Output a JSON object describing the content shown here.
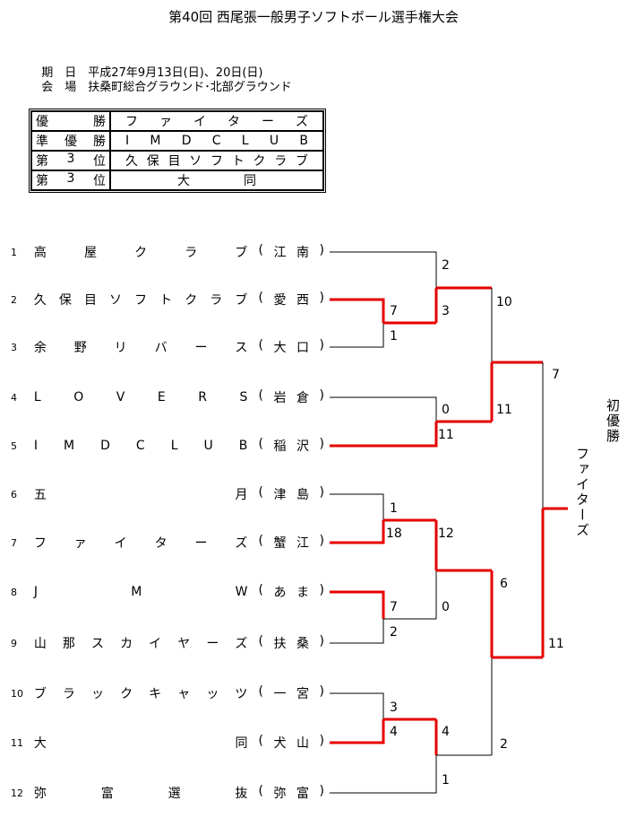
{
  "title": "第40回 西尾張一般男子ソフトボール選手権大会",
  "info": {
    "date_label": "期　日",
    "date_value": "平成27年9月13日(日)、20日(日)",
    "venue_label": "会　場",
    "venue_value": "扶桑町総合グラウンド･北部グラウンド"
  },
  "results": [
    {
      "rank": [
        "優",
        "勝"
      ],
      "name": [
        "フ",
        "ァ",
        "イ",
        "タ",
        "ー",
        "ズ"
      ]
    },
    {
      "rank": [
        "準",
        "優",
        "勝"
      ],
      "name": [
        "I",
        "M",
        "D",
        "C",
        "L",
        "U",
        "B"
      ]
    },
    {
      "rank": [
        "第",
        "3",
        "位"
      ],
      "name": [
        "久",
        "保",
        "目",
        "ソ",
        "フ",
        "ト",
        "ク",
        "ラ",
        "ブ"
      ]
    },
    {
      "rank": [
        "第",
        "3",
        "位"
      ],
      "name": [
        "大",
        "同"
      ]
    }
  ],
  "teams": [
    {
      "seed": "1",
      "name": [
        "高",
        "屋",
        "ク",
        "ラ",
        "ブ"
      ],
      "pref": [
        "(",
        "江",
        "南",
        ")"
      ]
    },
    {
      "seed": "2",
      "name": [
        "久",
        "保",
        "目",
        "ソ",
        "フ",
        "ト",
        "ク",
        "ラ",
        "ブ"
      ],
      "pref": [
        "(",
        "愛",
        "西",
        ")"
      ]
    },
    {
      "seed": "3",
      "name": [
        "余",
        "野",
        "リ",
        "バ",
        "ー",
        "ス"
      ],
      "pref": [
        "(",
        "大",
        "口",
        ")"
      ]
    },
    {
      "seed": "4",
      "name": [
        "L",
        "O",
        "V",
        "E",
        "R",
        "S"
      ],
      "pref": [
        "(",
        "岩",
        "倉",
        ")"
      ]
    },
    {
      "seed": "5",
      "name": [
        "I",
        "M",
        "D",
        "C",
        "L",
        "U",
        "B"
      ],
      "pref": [
        "(",
        "稲",
        "沢",
        ")"
      ]
    },
    {
      "seed": "6",
      "name": [
        "五",
        "月"
      ],
      "pref": [
        "(",
        "津",
        "島",
        ")"
      ]
    },
    {
      "seed": "7",
      "name": [
        "フ",
        "ァ",
        "イ",
        "タ",
        "ー",
        "ズ"
      ],
      "pref": [
        "(",
        "蟹",
        "江",
        ")"
      ]
    },
    {
      "seed": "8",
      "name": [
        "J",
        "M",
        "W"
      ],
      "pref": [
        "(",
        "あ",
        "ま",
        ")"
      ]
    },
    {
      "seed": "9",
      "name": [
        "山",
        "那",
        "ス",
        "カ",
        "イ",
        "ヤ",
        "ー",
        "ズ"
      ],
      "pref": [
        "(",
        "扶",
        "桑",
        ")"
      ]
    },
    {
      "seed": "10",
      "name": [
        "ブ",
        "ラ",
        "ッ",
        "ク",
        "キ",
        "ャ",
        "ッ",
        "ツ"
      ],
      "pref": [
        "(",
        "一",
        "宮",
        ")"
      ]
    },
    {
      "seed": "11",
      "name": [
        "大",
        "同"
      ],
      "pref": [
        "(",
        "犬",
        "山",
        ")"
      ]
    },
    {
      "seed": "12",
      "name": [
        "弥",
        "富",
        "選",
        "抜"
      ],
      "pref": [
        "(",
        "弥",
        "富",
        ")"
      ]
    }
  ],
  "scores": {
    "r1_2v3_top": "7",
    "r1_2v3_bot": "1",
    "r2_1_top": "2",
    "r2_1_bot": "3",
    "r1_4v5_top": "0",
    "r1_4v5_bot": "11",
    "r1_6v7_top": "1",
    "r1_6v7_bot": "18",
    "r1_8v9_top": "7",
    "r1_8v9_bot": "2",
    "r1_10v11_top": "3",
    "r1_10v11_bot": "4",
    "r2_2_top": "12",
    "r2_2_bot": "0",
    "r2_3_top": "4",
    "r2_3_bot": "1",
    "sf1_top": "10",
    "sf1_bot": "11",
    "sf2_top": "6",
    "sf2_bot": "2",
    "final_top": "7",
    "final_bot": "11"
  },
  "champion": {
    "label": "初優勝",
    "name": "ファイターズ"
  },
  "colors": {
    "winner_line": "#e60000",
    "loser_line": "#000000"
  }
}
